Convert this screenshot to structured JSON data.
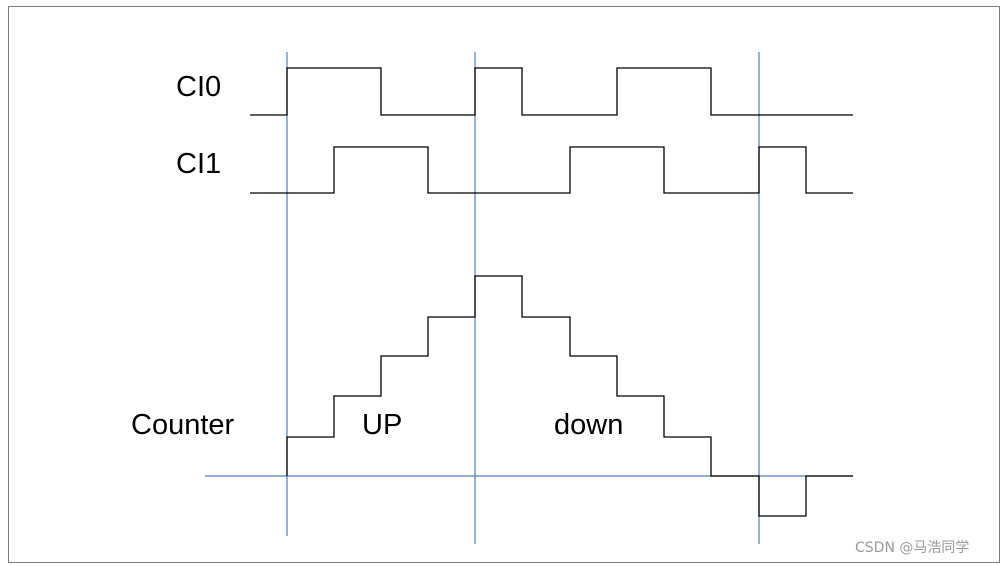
{
  "signals": {
    "ci0": {
      "label": "CI0"
    },
    "ci1": {
      "label": "CI1"
    },
    "counter": {
      "label": "Counter"
    }
  },
  "annotations": {
    "up": "UP",
    "down": "down"
  },
  "watermark": "CSDN @马浩同学",
  "colors": {
    "waveform": "#000000",
    "guide": "#4f81bd",
    "frame": "#7f7f7f",
    "watermark": "#9a9a9a"
  }
}
